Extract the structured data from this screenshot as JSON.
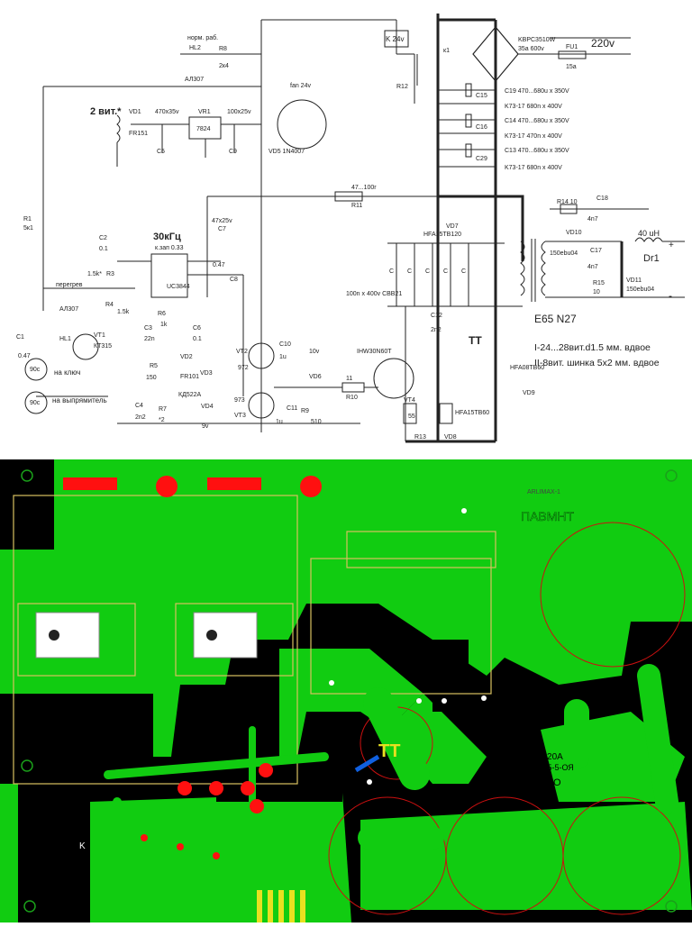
{
  "schematic": {
    "labels": {
      "led_norm": "норм. раб.",
      "hl2": "HL2",
      "al307_top": "АЛ307",
      "r8": "R8",
      "r8_val": "2к4",
      "k24": "K 24v",
      "k1": "к1",
      "bridge": "KBPC3510W",
      "bridge_val": "35a 600v",
      "fu": "FU1",
      "fu_val": "15a",
      "mains": "220v",
      "two_turns": "2 вит.*",
      "vd1": "VD1",
      "vd1_type": "FR151",
      "c470": "470x35v",
      "vr1": "VR1",
      "reg": "7824",
      "c100": "100x25v",
      "c5": "C5",
      "c9": "C9",
      "fan": "fan 24v",
      "vd5": "VD5 1N4007",
      "r12": "R12",
      "c15": "C15",
      "c16": "C16",
      "c29": "C29",
      "c19v": "C19  470...680u x 350V",
      "k73a": "K73-17 680n x 400V",
      "c14v": "C14  470...680u x 350V",
      "k73b": "K73-17 470n x 400V",
      "c13v": "C13  470...680u x 350V",
      "k73c": "K73-17 680n x 400V",
      "r1": "R1",
      "r1_val": "5к1",
      "r11_val": "47...100r",
      "r11": "R11",
      "vd7": "VD7",
      "hfa_top": "HFA15TB120",
      "r14": "R14  10",
      "c18": "C18",
      "c18_val": "4n7",
      "ind": "40 uH",
      "plus": "+",
      "minus": "-",
      "dr1": "Dr1",
      "vd10": "VD10",
      "vd10_type": "150ebu04",
      "c17": "C17",
      "c17_val": "4n7",
      "vd11": "VD11",
      "vd11_type": "150ebu04",
      "r15": "R15",
      "r15_val": "10",
      "c2": "C2",
      "c2_val": "0.1",
      "freq": "30кГц",
      "duty": "к.зап 0.33",
      "uc": "UC3844",
      "c7": "C7",
      "c7_val": "47x25v",
      "c8": "C8",
      "c8_val": "0.47",
      "r3": "R3",
      "r3_val": "1.5k*",
      "r4": "R4",
      "r4_val": "1.5k",
      "r6": "R6",
      "r6_val": "1k",
      "c3": "C3",
      "c3_val": "22n",
      "c6": "C6",
      "c6_val": "0.1",
      "caps_c": "C",
      "c_bank": "100n x 400v CBB21",
      "c12": "C12",
      "c12_val": "2n2",
      "tt": "TT",
      "core": "E65 N27",
      "winding1": "I-24...28вит.d1.5 мм. вдвое",
      "winding2": "II-8вит. шинка 5x2 мм. вдвое",
      "overheat": "перегрев",
      "al307_l": "АЛ307",
      "hl1": "HL1",
      "vt1": "VT1",
      "vt1_type": "КТ315",
      "c1": "C1",
      "c1_val": "0.47",
      "sens1": "на ключ",
      "sens2": "на выпрямитель",
      "t90_1": "90c",
      "t90_2": "90c",
      "vt2": "VT2",
      "vt2_type": "972",
      "vt3": "VT3",
      "vt3_type": "973",
      "c10": "C10",
      "c10_val": "1u",
      "c10_v": "10v",
      "vd6": "VD6",
      "c11": "C11",
      "c11_val": "1u",
      "r9": "R9",
      "r9_val": "510",
      "r10": "R10",
      "r10_val": "11",
      "igbt": "IHW30N60T",
      "vt4": "VT4",
      "r13": "R13",
      "r13_val": "55",
      "vd8": "VD8",
      "hfa_vd8": "HFA15TB60",
      "vd9": "VD9",
      "hfa_vd9": "HFA08TB60",
      "r5": "R5",
      "r5_val": "150",
      "vd2": "VD2",
      "vd2_type": "FR101",
      "vd3": "VD3",
      "kd": "КД522А",
      "c4": "C4",
      "c4_val": "2n2",
      "r7": "R7",
      "r7_val": "*2",
      "vd4": "VD4",
      "vd4_val": "9v"
    }
  },
  "pcb": {
    "silk_top": "ПАВМНТ",
    "tt": "TT",
    "mirror1": "ХАУ 20А",
    "mirror2": "ЧНО-5-5-ОЯ",
    "mirror3": "ТАИДО",
    "k_label": "K",
    "corner_label": "ARLIMAX-1"
  },
  "colors": {
    "copper": "#11cc11",
    "board": "#000000",
    "pads": "#ff1010",
    "silk": "#d8c060",
    "outline": "#cc1010"
  }
}
